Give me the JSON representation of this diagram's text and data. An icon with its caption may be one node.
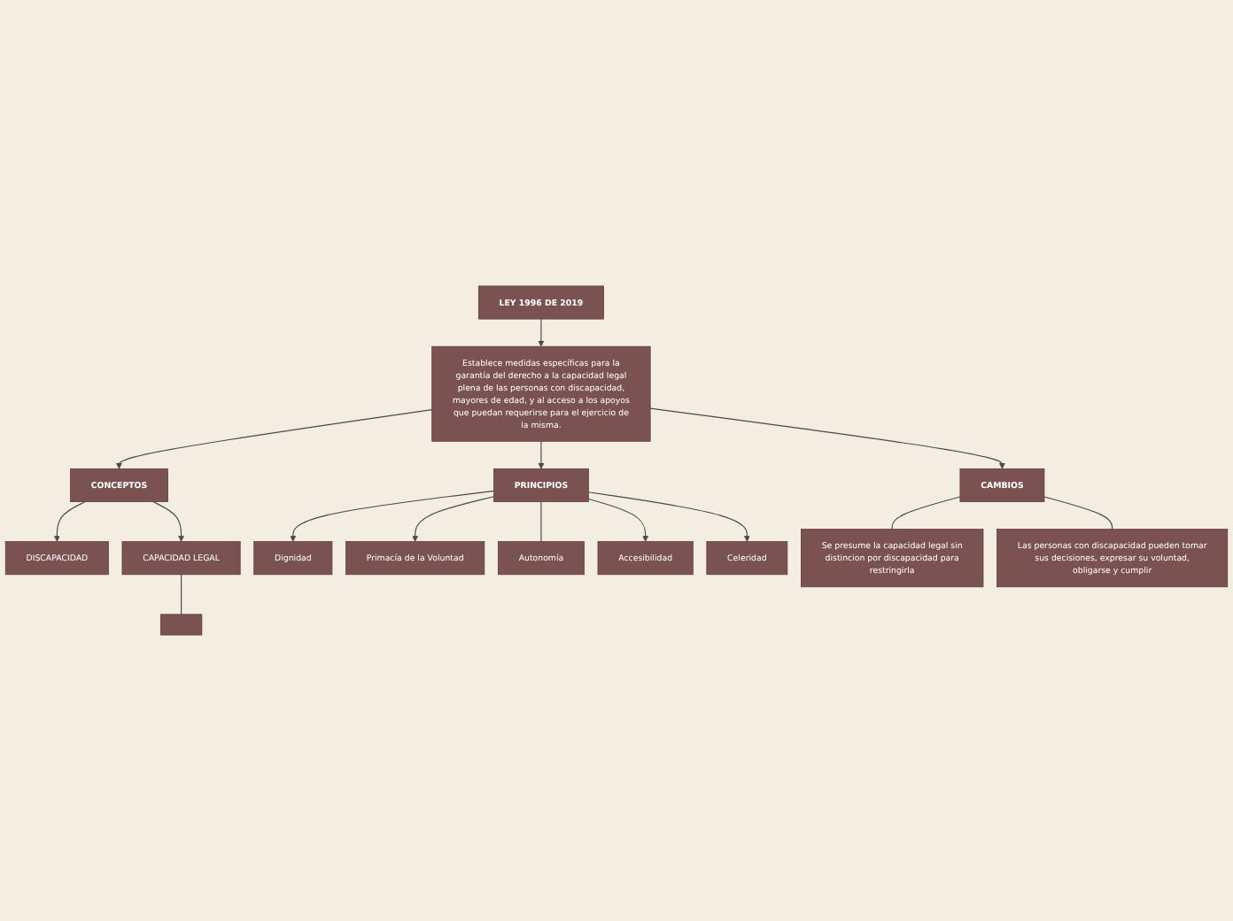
{
  "diagram": {
    "nodes": [
      {
        "text": [
          "LEY 1996 DE 2019"
        ]
      },
      {
        "text": [
          "Establece medidas específicas para la garantía del derecho a la capacidad legal plena de las personas con discapacidad, mayores de edad, y al acceso a los apoyos que puedan requerirse para el ejercicio de la misma."
        ]
      },
      {
        "text": [
          "CONCEPTOS"
        ]
      },
      {
        "text": [
          "PRINCIPIOS"
        ]
      },
      {
        "text": [
          "CAMBIOS"
        ]
      },
      {
        "text": [
          "Dignidad"
        ]
      },
      {
        "text": [
          "Primacía de la Voluntad"
        ]
      },
      {
        "text": [
          "DISCAPACIDAD"
        ]
      },
      {
        "text": [
          "CAPACIDAD LEGAL"
        ]
      },
      {
        "text": [
          "Autonomía"
        ]
      },
      {
        "text": [
          "Accesibilidad"
        ]
      },
      {
        "text": [
          "Celeridad"
        ]
      },
      {
        "text": [
          "Se presume la capacidad legal sin distincion por discapacidad para restringirla"
        ]
      },
      {
        "text": [
          "Las personas con discapacidad pueden tomar sus decisiones, expresar su voluntad, obligarse y cumplir"
        ]
      },
      {
        "text": [],
        "shape": "box"
      }
    ],
    "edges": [
      {
        "from": 0,
        "to": 1,
        "arrow": "to"
      },
      {
        "from": 1,
        "to": 2,
        "arrow": "to"
      },
      {
        "from": 1,
        "to": 3,
        "arrow": "to"
      },
      {
        "from": 1,
        "to": 4,
        "arrow": "to"
      },
      {
        "from": 2,
        "to": 7,
        "arrow": "to"
      },
      {
        "from": 2,
        "to": 8,
        "arrow": "to"
      },
      {
        "from": 3,
        "to": 5,
        "arrow": "to"
      },
      {
        "from": 3,
        "to": 6,
        "arrow": "to"
      },
      {
        "from": 3,
        "to": 9,
        "arrow": "none"
      },
      {
        "from": 3,
        "to": 10,
        "arrow": "to"
      },
      {
        "from": 3,
        "to": 11,
        "arrow": "to"
      },
      {
        "from": 4,
        "to": 12,
        "arrow": "none"
      },
      {
        "from": 4,
        "to": 13,
        "arrow": "none"
      },
      {
        "from": 8,
        "to": 14,
        "arrow": "none"
      }
    ]
  }
}
